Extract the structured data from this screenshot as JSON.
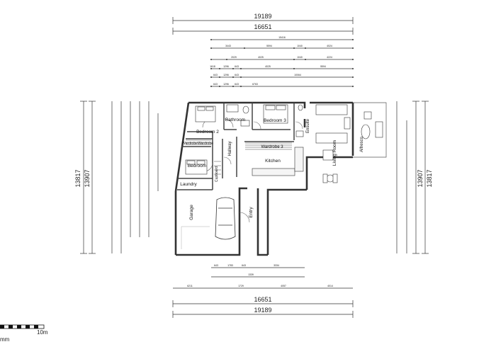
{
  "plan": {
    "overall_width_label": "19189",
    "inner_width_label": "16651",
    "height_left_outer": "13817",
    "height_left_inner": "13907",
    "height_right_inner": "13907",
    "height_right_outer": "13817",
    "top_row1": [
      "15416"
    ],
    "top_row2": [
      "3443",
      "5594",
      "1040",
      "4024"
    ],
    "top_row3": [
      "2029",
      "4025",
      "1040",
      "4224"
    ],
    "top_row4": [
      "1618",
      "1296",
      "643",
      "4025",
      "5594"
    ],
    "top_row5": [
      "643",
      "1296",
      "643",
      "10064"
    ],
    "top_row6": [
      "643",
      "1296",
      "643",
      "6763"
    ],
    "bottom_row1": [
      "643",
      "1783",
      "643",
      "3334"
    ],
    "bottom_row2": [
      "1339"
    ],
    "bottom_row3": [
      "6211",
      "1729",
      "4057",
      "4014"
    ],
    "scale_label": "10m",
    "scale_unit": "mm"
  },
  "rooms": {
    "bedroom2": "Bedroom 2",
    "bathroom": "Bathroom",
    "bedroom3": "Bedroom 3",
    "ensuite": "Ensuite",
    "living": "Living Room",
    "alfresco": "Alfresco",
    "wardrobe": "Wardrobe",
    "wardrobe2": "Wardrobe",
    "wardrobe3": "Wardrobe 3",
    "hallway": "Hallway",
    "kitchen": "Kitchen",
    "bedroom": "Bedroom",
    "laundry": "Laundry",
    "cupboard": "Cupboard",
    "garage": "Garage",
    "entry": "Entry"
  }
}
